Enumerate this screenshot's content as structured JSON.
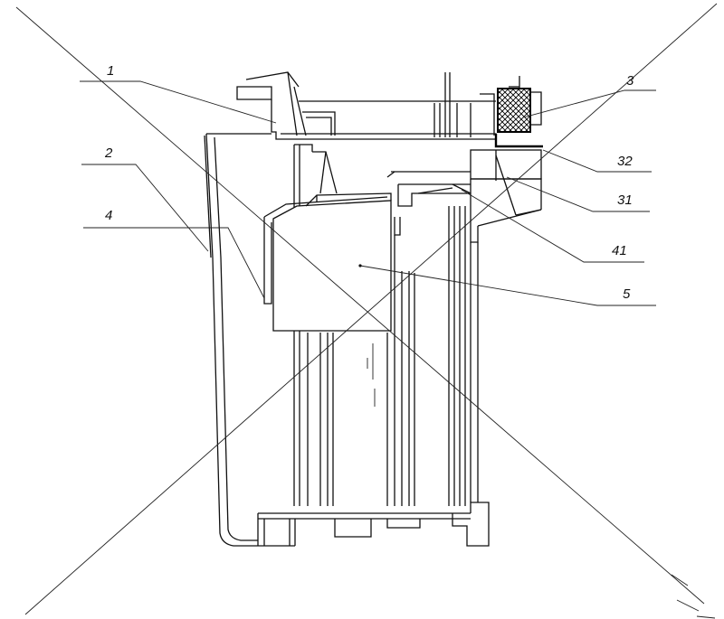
{
  "callouts": [
    {
      "id": "c1",
      "label": "1"
    },
    {
      "id": "c2",
      "label": "2"
    },
    {
      "id": "c4",
      "label": "4"
    },
    {
      "id": "c3",
      "label": "3"
    },
    {
      "id": "c32",
      "label": "32"
    },
    {
      "id": "c31",
      "label": "31"
    },
    {
      "id": "c41",
      "label": "41"
    },
    {
      "id": "c5",
      "label": "5"
    }
  ]
}
